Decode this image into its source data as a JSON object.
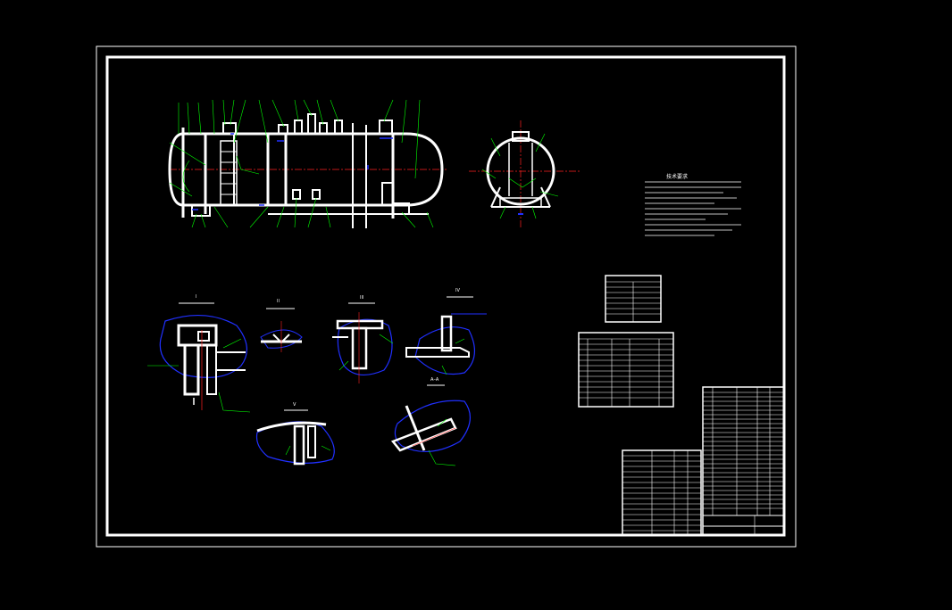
{
  "drawing": {
    "colors": {
      "background": "#000000",
      "outline": "#ffffff",
      "leader": "#00ff00",
      "centerline": "#ff2020",
      "hatch": "#2030ff"
    },
    "section_titles": [
      "I",
      "II",
      "III",
      "IV",
      "V",
      "A–A"
    ],
    "notes_title": "技术要求",
    "notes_line_count": 11,
    "tables": {
      "design_data_rows": 8,
      "nozzle_table_rows": 13,
      "parts_list_left_rows": 15,
      "parts_list_right_rows": 30
    }
  }
}
